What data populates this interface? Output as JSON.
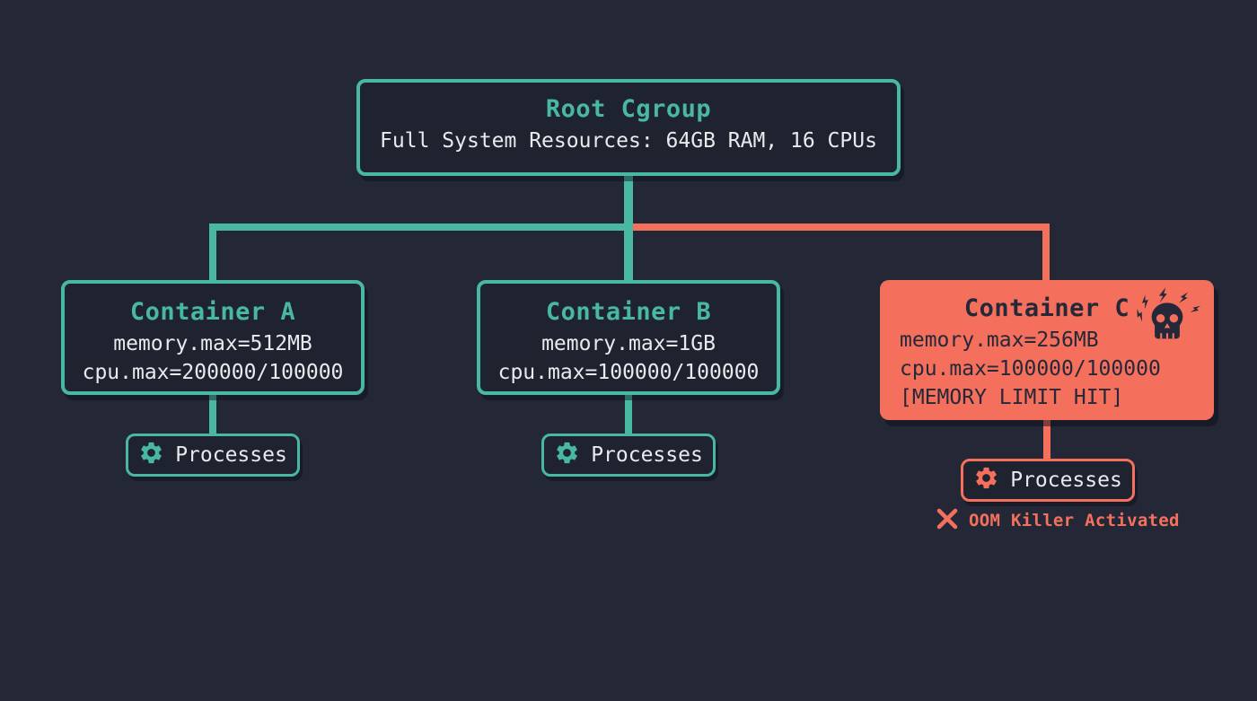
{
  "root": {
    "title": "Root Cgroup",
    "subtitle": "Full System Resources: 64GB RAM, 16 CPUs"
  },
  "containers": [
    {
      "title": "Container A",
      "memory": "memory.max=512MB",
      "cpu": "cpu.max=200000/100000",
      "process_label": "Processes"
    },
    {
      "title": "Container B",
      "memory": "memory.max=1GB",
      "cpu": "cpu.max=100000/100000",
      "process_label": "Processes"
    },
    {
      "title": "Container C",
      "memory": "memory.max=256MB",
      "cpu": "cpu.max=100000/100000",
      "limit_status": "[MEMORY LIMIT HIT]",
      "process_label": "Processes",
      "oom_label": "OOM Killer Activated"
    }
  ],
  "icons": {
    "gear": "gear-icon",
    "skull": "skull-with-lightning-icon",
    "cross": "x-mark-icon"
  },
  "colors": {
    "teal": "#49b8a3",
    "red": "#f4705d",
    "background": "#242836",
    "node_background": "#1f2330",
    "text_light": "#e9e9ee",
    "text_dark": "#252838"
  }
}
